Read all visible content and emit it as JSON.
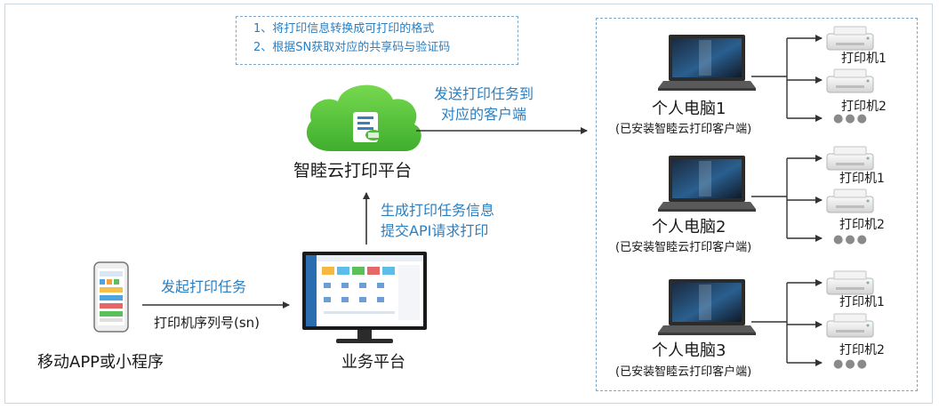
{
  "notes": {
    "line1": "1、将打印信息转换成可打印的格式",
    "line2": "2、根据SN获取对应的共享码与验证码"
  },
  "cloud": {
    "label": "智睦云打印平台"
  },
  "send": {
    "line1": "发送打印任务到",
    "line2": "对应的客户端"
  },
  "gen": {
    "line1": "生成打印任务信息",
    "line2": "提交API请求打印"
  },
  "mobile": {
    "label": "移动APP或小程序"
  },
  "initiate": {
    "label": "发起打印任务",
    "serial": "打印机序列号(sn)"
  },
  "business": {
    "label": "业务平台"
  },
  "pcs": [
    {
      "name": "个人电脑1",
      "sub": "(已安装智睦云打印客户端)",
      "printer1": "打印机1",
      "printer2": "打印机2"
    },
    {
      "name": "个人电脑2",
      "sub": "(已安装智睦云打印客户端)",
      "printer1": "打印机1",
      "printer2": "打印机2"
    },
    {
      "name": "个人电脑3",
      "sub": "(已安装智睦云打印客户端)",
      "printer1": "打印机1",
      "printer2": "打印机2"
    }
  ],
  "colors": {
    "accent": "#2b7fc1",
    "cloud": "#5ec93f",
    "arrow": "#333333",
    "dashed": "#7fa7c9"
  },
  "icons": [
    "cloud-print-icon",
    "smartphone-icon",
    "monitor-icon",
    "laptop-icon",
    "printer-icon"
  ]
}
